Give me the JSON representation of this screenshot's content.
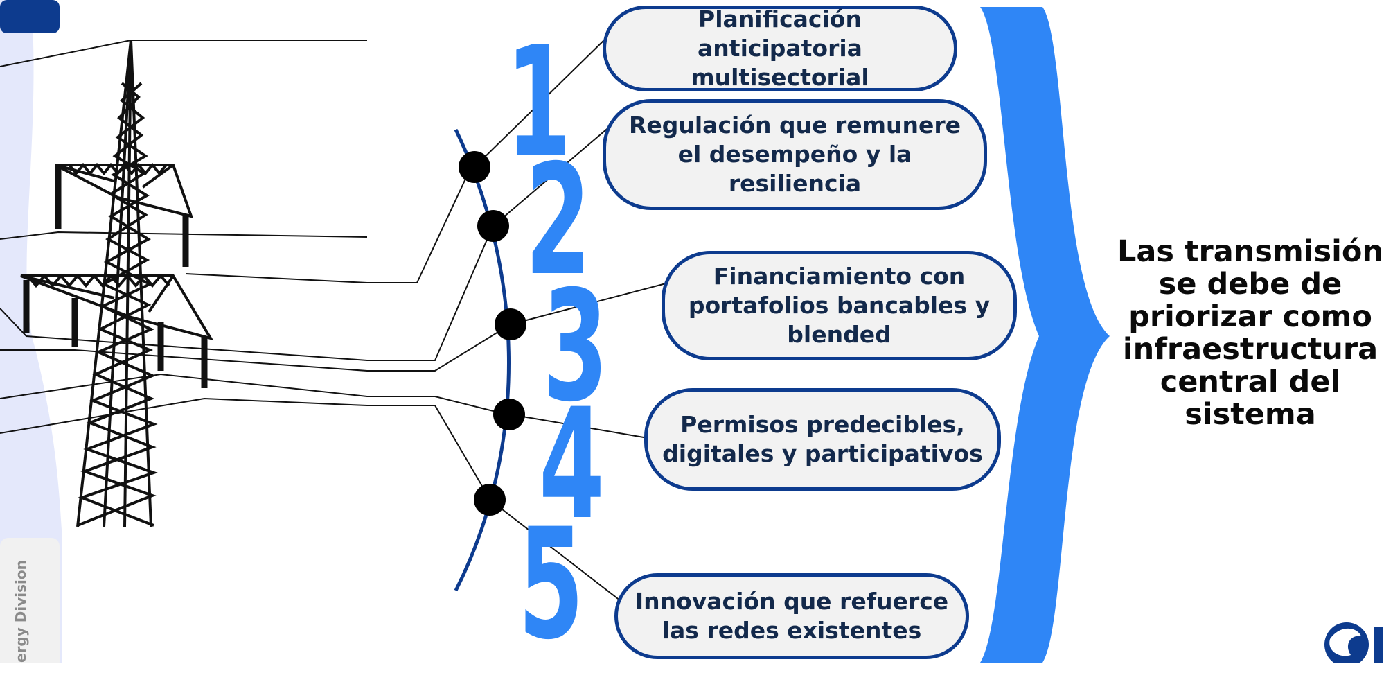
{
  "steps": [
    {
      "number": "1",
      "label": "Planificación anticipatoria multisectorial"
    },
    {
      "number": "2",
      "label": "Regulación que remunere el desempeño y la resiliencia"
    },
    {
      "number": "3",
      "label": "Financiamiento con portafolios bancables y blended"
    },
    {
      "number": "4",
      "label": "Permisos predecibles, digitales y participativos"
    },
    {
      "number": "5",
      "label": "Innovación que refuerce las redes existentes"
    }
  ],
  "conclusion": "Las transmisión se debe de priorizar como infraestructura central del sistema",
  "side_label": "ergy Division",
  "colors": {
    "accent_blue": "#2f86f6",
    "dark_blue": "#0d3b8e",
    "text_navy": "#13294b",
    "box_fill": "#f2f2f2",
    "light_lavender": "#e4e8fb"
  },
  "icons": [
    "transmission-tower-icon",
    "logo-icon"
  ]
}
